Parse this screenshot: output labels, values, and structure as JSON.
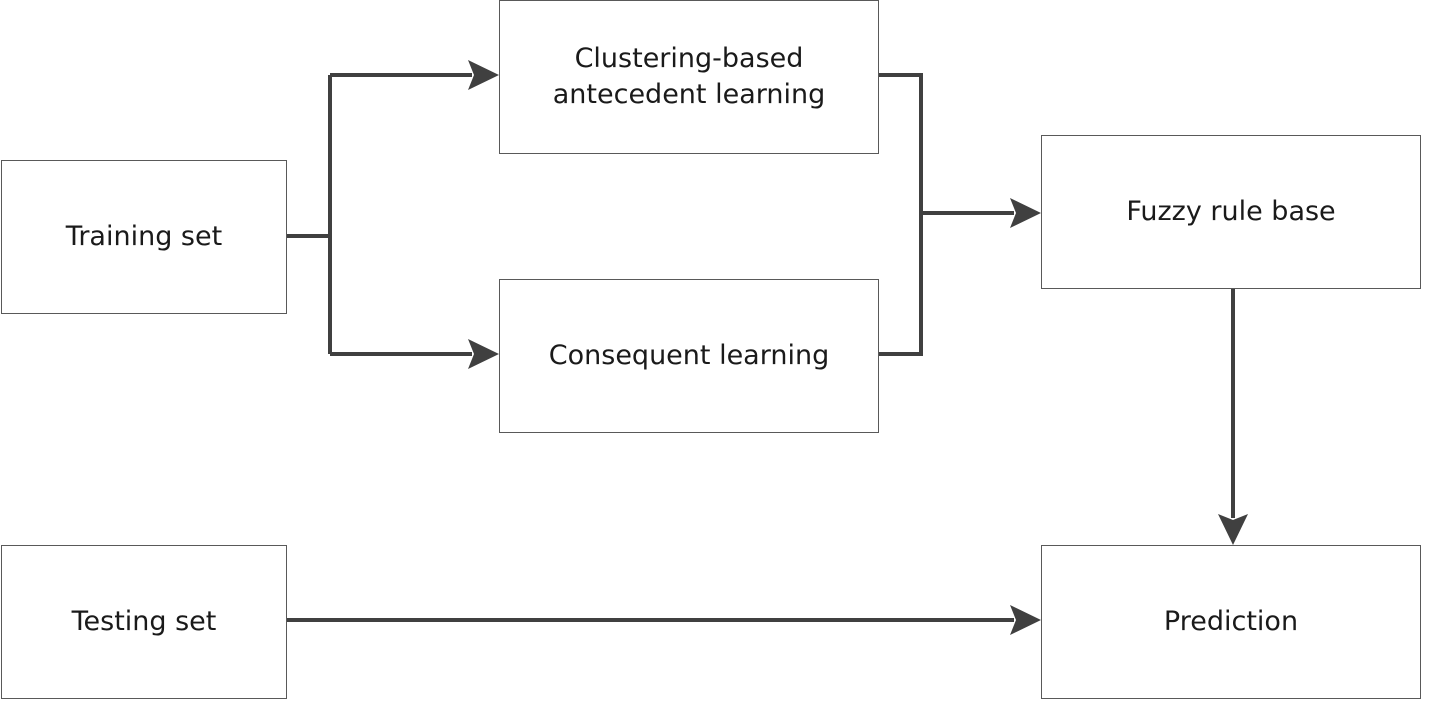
{
  "diagram": {
    "nodes": {
      "training_set": "Training set",
      "clustering": "Clustering-based\nantecedent learning",
      "consequent": "Consequent learning",
      "fuzzy_rule_base": "Fuzzy rule base",
      "testing_set": "Testing set",
      "prediction": "Prediction"
    },
    "edges": [
      {
        "from": "training_set",
        "to": "clustering"
      },
      {
        "from": "training_set",
        "to": "consequent"
      },
      {
        "from": "clustering",
        "to": "fuzzy_rule_base"
      },
      {
        "from": "consequent",
        "to": "fuzzy_rule_base"
      },
      {
        "from": "fuzzy_rule_base",
        "to": "prediction"
      },
      {
        "from": "testing_set",
        "to": "prediction"
      }
    ],
    "colors": {
      "connector": "#404040",
      "box_border": "#595959",
      "text": "#1a1a1a"
    }
  }
}
